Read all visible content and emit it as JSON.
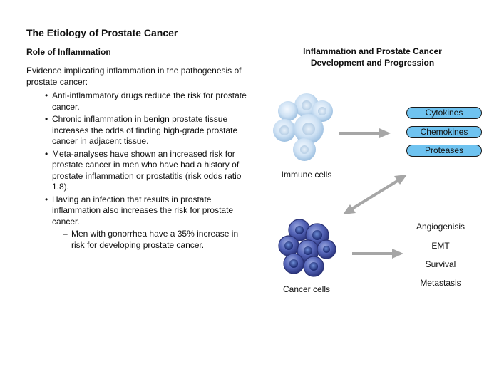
{
  "title": "The Etiology of Prostate Cancer",
  "subtitle": "Role of Inflammation",
  "intro": "Evidence implicating inflammation in the pathogenesis of prostate cancer:",
  "bullets": [
    "Anti-inflammatory drugs reduce the risk for prostate cancer.",
    "Chronic inflammation in benign prostate tissue increases the odds of finding high-grade prostate cancer in adjacent tissue.",
    "Meta-analyses have shown an increased risk for prostate cancer in men who have had a history of prostate inflammation or prostatitis (risk odds ratio = 1.8).",
    "Having an infection that results in prostate inflammation also increases the risk for prostate cancer."
  ],
  "subbullet": "Men with gonorrhea have a 35% increase in risk for developing prostate cancer.",
  "diagram": {
    "title_line1": "Inflammation and Prostate Cancer",
    "title_line2": "Development and Progression",
    "immune_label": "Immune cells",
    "cancer_label": "Cancer cells",
    "factors": [
      "Cytokines",
      "Chemokines",
      "Proteases"
    ],
    "outcomes": [
      "Angiogenisis",
      "EMT",
      "Survival",
      "Metastasis"
    ],
    "colors": {
      "pill_fill": "#6fc3f0",
      "arrow": "#a6a6a6",
      "immune_cell": "#c8dcf0",
      "cancer_cell": "#4a5fb0"
    }
  }
}
